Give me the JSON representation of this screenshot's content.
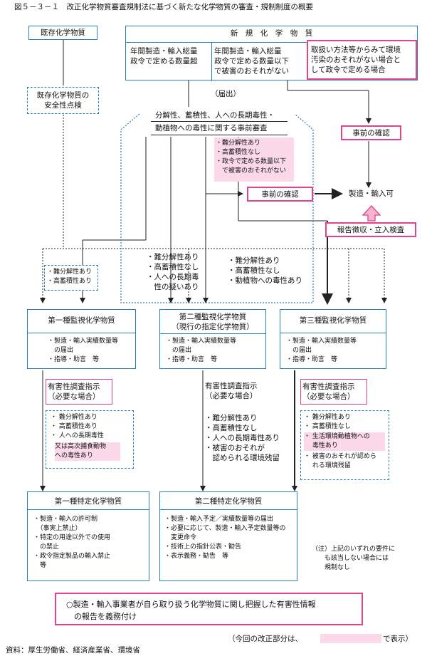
{
  "header": {
    "title": "図５－３－１　改正化学物質審査規制法に基づく新たな化学物質の審査・規制制度の概要"
  },
  "existing": {
    "title": "既存化学物質",
    "check": "既存化学物質の\n安全性点検"
  },
  "new": {
    "title": "新　規　化　学　物　質",
    "col1": "年間製造・輸入総量\n政令で定める数量超",
    "col2": "年間製造・輸入総量\n政令で定める数量以下\nで被害のおそれがない",
    "col3": "取扱い方法等からみて環境\n汚染のおそれがない場合と\nして政令で定める場合"
  },
  "notification": "（届出）",
  "prior_review": {
    "line1": "分解性、蓄積性、人への長期毒性・",
    "line2": "動植物への毒性に関する事前審査",
    "condition": "・難分解性あり\n・高蓄積性なし\n・政令で定める数量以下\n　で被害のおそれがない"
  },
  "prior_confirm_mid": "事前の確認",
  "prior_confirm_right": "事前の確認",
  "allowed": "製造・輸入可",
  "report": "報告徴収・立入検査",
  "cond_type1": "・難分解性あり\n・高蓄積性あり",
  "cond_type2": "・難分解性あり\n・高蓄積性なし\n・人への長期毒\n　性の疑いあり",
  "cond_type3": "・難分解性あり\n・高蓄積性なし\n・動植物への毒性あり",
  "monitor1": {
    "title": "第一種監視化学物質",
    "body": "・製造・輸入実績数量等\n　の届出\n・指導・助言　等"
  },
  "monitor2": {
    "title": "第二種監視化学物質\n（現行の指定化学物質）",
    "body": "・製造・輸入実績数量等\n　の届出\n・指導・助言　等"
  },
  "monitor3": {
    "title": "第三種監視化学物質",
    "body": "・製造・輸入実績数量等\n　の届出\n・指導・助言　等"
  },
  "investigation1": "有害性調査指示\n（必要な場合）",
  "investigation2": "有害性調査指示\n（必要な場合）",
  "investigation3": "有害性調査指示\n（必要な場合）",
  "crit1": {
    "a": "・ 難分解性あり\n・ 高蓄積性あり\n・ 人への長期毒性",
    "b": "又は高次捕食動物\nへの毒性あり"
  },
  "crit2": "・難分解性あり\n・高蓄積性なし\n・人への長期毒性あり\n・被害のおそれが\n　認められる環境残留",
  "crit3": {
    "a": "・ 難分解性あり\n・ 高蓄積性なし",
    "b": "・ 生活環境動植物への\n　 毒性あり",
    "c": "・ 被害のおそれが認めら\n　 れる環境残留"
  },
  "specific1": {
    "title": "第一種特定化学物質",
    "body": "・製造・輸入の許可制\n　（事実上禁止）\n・特定の用途以外での使用\n　の禁止\n・政令指定製品の輸入禁止\n　等"
  },
  "specific2": {
    "title": "第二種特定化学物質",
    "body": "・製造・輸入予定／実績数量等の届出\n・必要に応じて、製造・輸入予定数量等の\n　変更命令\n・技術上の指針公表・勧告\n・表示義務・勧告　等"
  },
  "note": "（注）上記のいずれの要件に\n　　も該当しない場合には\n　　規制なし",
  "obligation": "○製造・輸入事業者が自ら取り扱う化学物質に関し把握した有害性情報\n　の報告を義務付け",
  "source": "資料：厚生労働省、経済産業省、環境省",
  "legend": {
    "before": "（今回の改正部分は、",
    "after": "で表示）"
  },
  "colors": {
    "line": "#2a7fc0",
    "pink": "#e0458a",
    "highlight": "#fcd9e8",
    "arrow_fill": "#f6b3d2"
  }
}
